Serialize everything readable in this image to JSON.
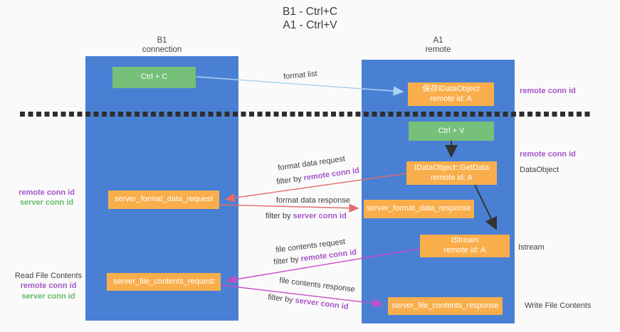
{
  "title": {
    "line1": "B1 - Ctrl+C",
    "line2": "A1 - Ctrl+V"
  },
  "lanes": {
    "left": {
      "name": "B1",
      "subtitle": "connection"
    },
    "right": {
      "name": "A1",
      "subtitle": "remote"
    }
  },
  "nodes": {
    "ctrl_c": "Ctrl + C",
    "ctrl_v": "Ctrl + V",
    "save_dataobject": {
      "line1": "保存IDataObject",
      "line2": "remote id: A"
    },
    "getdata": {
      "line1": "IDataObject::GetData",
      "line2": "remote id: A"
    },
    "format_request": "server_format_data_request",
    "format_response": "server_format_data_response",
    "istream": {
      "line1": "IStream",
      "line2": "remote id: A"
    },
    "file_request": "server_file_contents_request",
    "file_response": "server_file_contents_response"
  },
  "side_labels": {
    "remote_conn_top": "remote conn id",
    "remote_conn_mid": "remote conn id",
    "dataobject": "DataObject",
    "istream": "Istream",
    "write_file": "Write File Contents",
    "read_file": "Read File Contents",
    "left_remote_conn_mid": "remote conn id",
    "left_server_conn_mid": "server conn id",
    "left_remote_conn_bottom": "remote conn id",
    "left_server_conn_bottom": "server conn id"
  },
  "arrow_labels": {
    "format_list": "format list",
    "format_data_request": "format data request",
    "format_data_response": "format data response",
    "file_contents_request": "file contents request",
    "file_contents_response": "file contents response",
    "filter_by": "filter by ",
    "remote_conn_id": "remote conn id",
    "server_conn_id": "server conn id"
  },
  "colors": {
    "lane_blue": "#4a80d4",
    "node_orange": "#f9ae4b",
    "node_green": "#76c079",
    "arrow_red": "#e36c6c",
    "arrow_magenta": "#ca4bc6",
    "arrow_lightblue": "#a9d3ee",
    "arrow_black": "#333333",
    "text_purple": "#a656c8",
    "text_green": "#64bb68",
    "background": "#fafafa"
  }
}
